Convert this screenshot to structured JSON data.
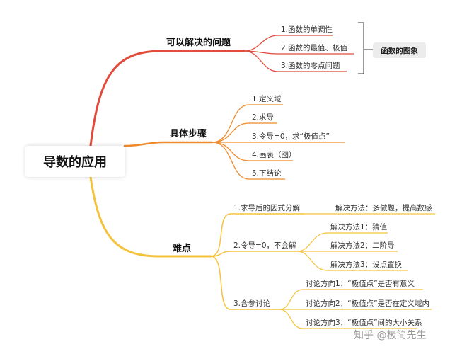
{
  "center": "导数的应用",
  "branches": {
    "solvable": {
      "label": "可以解决的问题",
      "color": "#e24a3b",
      "items": [
        "1.函数的单调性",
        "2.函数的最值、极值",
        "3.函数的零点问题"
      ],
      "summary": "函数的图象"
    },
    "steps": {
      "label": "具体步骤",
      "color": "#ef8a2a",
      "items": [
        "1.定义域",
        "2.求导",
        "3.令导=0，求“极值点”",
        "4.画表（图）",
        "5.下结论"
      ]
    },
    "difficulties": {
      "label": "难点",
      "color": "#f5c33b",
      "items": [
        {
          "label": "1.求导后的因式分解",
          "children": [
            "解决方法：多做题，提高数感"
          ]
        },
        {
          "label": "2.令导=0，不会解",
          "children": [
            "解决方法1：猜值",
            "解决方法2：二阶导",
            "解决方法3：设点置换"
          ]
        },
        {
          "label": "3.含参讨论",
          "children": [
            "讨论方向1：“极值点”是否有意义",
            "讨论方向2：“极值点”是否在定义域内",
            "讨论方向3：“极值点”间的大小关系"
          ]
        }
      ]
    }
  },
  "watermark": "知乎 @极简先生"
}
